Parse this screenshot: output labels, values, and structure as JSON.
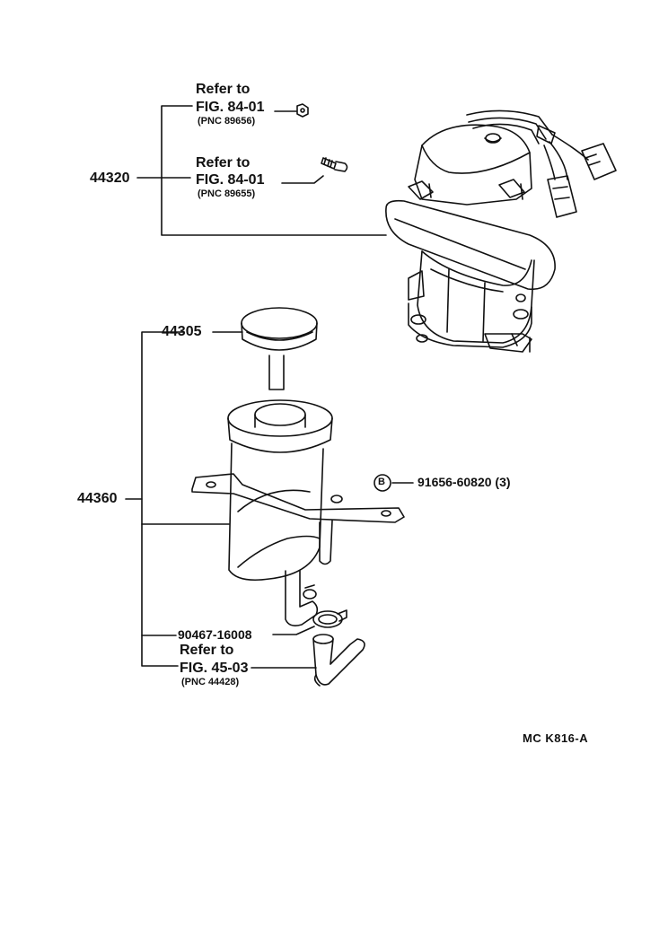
{
  "callouts": {
    "refer_1": "Refer  to",
    "fig_1": "FIG. 84-01",
    "pnc_1": "(PNC  89656)",
    "refer_2": "Refer  to",
    "fig_2": "FIG. 84-01",
    "pnc_2": "(PNC  89655)",
    "part_44320": "44320",
    "part_44305": "44305",
    "part_44360": "44360",
    "bolt_symbol": "B",
    "part_bolt": "91656-60820 (3)",
    "part_clamp": "90467-16008",
    "refer_3": "Refer  to",
    "fig_3": "FIG. 45-03",
    "pnc_3": "(PNC 44428)"
  },
  "drawing_code": "MC  K816-A"
}
